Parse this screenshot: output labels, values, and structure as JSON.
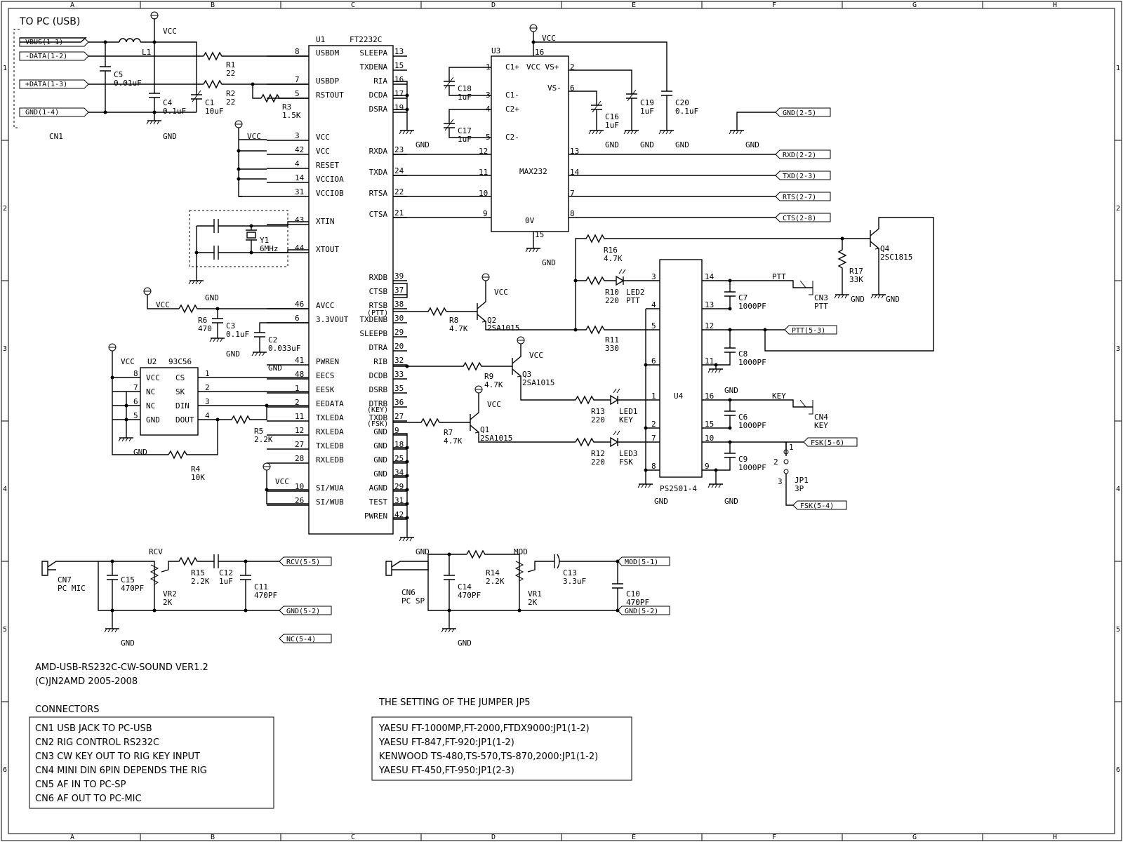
{
  "border": {
    "cols": [
      "A",
      "B",
      "C",
      "D",
      "E",
      "F",
      "G",
      "H"
    ],
    "rows": [
      "1",
      "2",
      "3",
      "4",
      "5",
      "6"
    ]
  },
  "usb": {
    "title": "TO PC (USB)",
    "conn": "CN1",
    "pins": [
      "VBUS(1-1)",
      "-DATA(1-2)",
      "+DATA(1-3)",
      "GND(1-4)"
    ],
    "l1": "L1",
    "c5": [
      "C5",
      "0.01uF"
    ],
    "c4": [
      "C4",
      "0.1uF"
    ],
    "c1": [
      "C1",
      "10uF"
    ],
    "r1": [
      "R1",
      "22"
    ],
    "r2": [
      "R2",
      "22"
    ],
    "r3": [
      "R3",
      "1.5K"
    ]
  },
  "labels": {
    "vcc": "VCC",
    "gnd": "GND"
  },
  "u1": {
    "ref": "U1",
    "part": "FT2232C",
    "left": [
      {
        "n": "8",
        "s": "USBDM"
      },
      {
        "n": "7",
        "s": "USBDP"
      },
      {
        "n": "5",
        "s": "RSTOUT"
      },
      {
        "n": "3",
        "s": "VCC"
      },
      {
        "n": "42",
        "s": "VCC"
      },
      {
        "n": "4",
        "s": "RESET"
      },
      {
        "n": "14",
        "s": "VCCIOA"
      },
      {
        "n": "31",
        "s": "VCCIOB"
      },
      {
        "n": "43",
        "s": "XTIN"
      },
      {
        "n": "44",
        "s": "XTOUT"
      },
      {
        "n": "46",
        "s": "AVCC"
      },
      {
        "n": "6",
        "s": "3.3VOUT"
      },
      {
        "n": "41",
        "s": "PWREN"
      },
      {
        "n": "48",
        "s": "EECS"
      },
      {
        "n": "1",
        "s": "EESK"
      },
      {
        "n": "2",
        "s": "EEDATA"
      },
      {
        "n": "11",
        "s": "TXLEDA"
      },
      {
        "n": "12",
        "s": "RXLEDA"
      },
      {
        "n": "27",
        "s": "TXLEDB"
      },
      {
        "n": "28",
        "s": "RXLEDB"
      },
      {
        "n": "10",
        "s": "SI/WUA"
      },
      {
        "n": "26",
        "s": "SI/WUB"
      }
    ],
    "right": [
      {
        "n": "13",
        "s": "SLEEPA"
      },
      {
        "n": "15",
        "s": "TXDENA"
      },
      {
        "n": "16",
        "s": "RIA"
      },
      {
        "n": "17",
        "s": "DCDA"
      },
      {
        "n": "19",
        "s": "DSRA"
      },
      {
        "n": "23",
        "s": "RXDA"
      },
      {
        "n": "24",
        "s": "TXDA"
      },
      {
        "n": "22",
        "s": "RTSA"
      },
      {
        "n": "21",
        "s": "CTSA"
      },
      {
        "n": "39",
        "s": "RXDB"
      },
      {
        "n": "37",
        "s": "CTSB"
      },
      {
        "n": "38",
        "s": "RTSB"
      },
      {
        "n": "30",
        "s": "TXDENB"
      },
      {
        "n": "29",
        "s": "SLEEPB"
      },
      {
        "n": "20",
        "s": "DTRA"
      },
      {
        "n": "32",
        "s": "RIB"
      },
      {
        "n": "33",
        "s": "DCDB"
      },
      {
        "n": "35",
        "s": "DSRB"
      },
      {
        "n": "36",
        "s": "DTRB"
      },
      {
        "n": "27",
        "s": "TXDB"
      },
      {
        "n": "9",
        "s": "GND"
      },
      {
        "n": "18",
        "s": "GND"
      },
      {
        "n": "25",
        "s": "GND"
      },
      {
        "n": "34",
        "s": "GND"
      },
      {
        "n": "29",
        "s": "AGND"
      },
      {
        "n": "31",
        "s": "TEST"
      },
      {
        "n": "42",
        "s": "PWREN"
      }
    ],
    "sub_ptt": "(PTT)",
    "sub_key": "(KEY)",
    "sub_fsk": "(FSK)"
  },
  "xtal": {
    "ref": "Y1",
    "val": "6MHz"
  },
  "r6": [
    "R6",
    "470"
  ],
  "c3": [
    "C3",
    "0.1uF"
  ],
  "c2": [
    "C2",
    "0.033uF"
  ],
  "u2": {
    "ref": "U2",
    "part": "93C56",
    "left": [
      {
        "n": "8",
        "s": "VCC"
      },
      {
        "n": "7",
        "s": "NC"
      },
      {
        "n": "6",
        "s": "NC"
      },
      {
        "n": "5",
        "s": "GND"
      }
    ],
    "right": [
      {
        "n": "1",
        "s": "CS"
      },
      {
        "n": "2",
        "s": "SK"
      },
      {
        "n": "3",
        "s": "DIN"
      },
      {
        "n": "4",
        "s": "DOUT"
      }
    ]
  },
  "r5": [
    "R5",
    "2.2K"
  ],
  "r4": [
    "R4",
    "10K"
  ],
  "u3": {
    "ref": "U3",
    "part": "MAX232",
    "pins_left": [
      {
        "n": "1",
        "s": "C1+"
      },
      {
        "n": "3",
        "s": "C1-"
      },
      {
        "n": "4",
        "s": "C2+"
      },
      {
        "n": "5",
        "s": "C2-"
      }
    ],
    "top": "16",
    "vccvs": "VCC VS+",
    "vsm": "VS-",
    "zero_v": "0V",
    "p2": "2",
    "p6": "6",
    "p12": "12",
    "p13": "13",
    "p11": "11",
    "p14": "14",
    "p10": "10",
    "p7": "7",
    "p9": "9",
    "p8": "8",
    "p15": "15"
  },
  "caps_u3": {
    "c18": [
      "C18",
      "1uF"
    ],
    "c17": [
      "C17",
      "1uF"
    ],
    "c16": [
      "C16",
      "1uF"
    ],
    "c19": [
      "C19",
      "1uF"
    ],
    "c20": [
      "C20",
      "0.1uF"
    ]
  },
  "rs232": [
    "GND(2-5)",
    "RXD(2-2)",
    "TXD(2-3)",
    "RTS(2-7)",
    "CTS(2-8)"
  ],
  "transistors": {
    "q2": [
      "Q2",
      "2SA1015"
    ],
    "q3": [
      "Q3",
      "2SA1015"
    ],
    "q1": [
      "Q1",
      "2SA1015"
    ],
    "q4": [
      "Q4",
      "2SC1815"
    ]
  },
  "res_b": {
    "r8": [
      "R8",
      "4.7K"
    ],
    "r9": [
      "R9",
      "4.7K"
    ],
    "r7": [
      "R7",
      "4.7K"
    ],
    "r16": [
      "R16",
      "4.7K"
    ],
    "r17": [
      "R17",
      "33K"
    ],
    "r11": [
      "R11",
      "330"
    ],
    "r10": [
      "R10",
      "220"
    ],
    "r13": [
      "R13",
      "220"
    ],
    "r12": [
      "R12",
      "220"
    ]
  },
  "leds": {
    "led2": [
      "LED2",
      "PTT"
    ],
    "led1": [
      "LED1",
      "KEY"
    ],
    "led3": [
      "LED3",
      "FSK"
    ]
  },
  "u4": {
    "ref": "U4",
    "part": "PS2501-4",
    "lpins": [
      "3",
      "4",
      "5",
      "6",
      "1",
      "2",
      "7",
      "8"
    ],
    "rpins": [
      "14",
      "13",
      "12",
      "11",
      "16",
      "15",
      "10",
      "9"
    ]
  },
  "out_caps": {
    "c7": [
      "C7",
      "1000PF"
    ],
    "c8": [
      "C8",
      "1000PF"
    ],
    "c6": [
      "C6",
      "1000PF"
    ],
    "c9": [
      "C9",
      "1000PF"
    ]
  },
  "outs": {
    "ptt": "PTT",
    "cn3": [
      "CN3",
      "PTT"
    ],
    "ptt53": "PTT(5-3)",
    "key": "KEY",
    "cn4": [
      "CN4",
      "KEY"
    ],
    "fsk56": "FSK(5-6)",
    "fsk54": "FSK(5-4)",
    "jp1": [
      "JP1",
      "3P"
    ],
    "jp_1": "1",
    "jp_2": "2",
    "jp_3": "3"
  },
  "audio": {
    "rcv": "RCV",
    "mod": "MOD",
    "cn7": [
      "CN7",
      "PC MIC"
    ],
    "cn6": [
      "CN6",
      "PC SP"
    ],
    "c15": [
      "C15",
      "470PF"
    ],
    "vr2": [
      "VR2",
      "2K"
    ],
    "r15": [
      "R15",
      "2.2K"
    ],
    "c12": [
      "C12",
      "1uF"
    ],
    "c11": [
      "C11",
      "470PF"
    ],
    "c14": [
      "C14",
      "470PF"
    ],
    "vr1": [
      "VR1",
      "2K"
    ],
    "r14": [
      "R14",
      "2.2K"
    ],
    "c13": [
      "C13",
      "3.3uF"
    ],
    "c10": [
      "C10",
      "470PF"
    ],
    "rcv55": "RCV(5-5)",
    "gnd52": "GND(5-2)",
    "nc54": "NC(5-4)",
    "mod51": "MOD(5-1)",
    "gnd52b": "GND(5-2)"
  },
  "footer": {
    "title1": "AMD-USB-RS232C-CW-SOUND VER1.2",
    "title2": "(C)JN2AMD 2005-2008",
    "conn_title": "CONNECTORS",
    "conn_lines": [
      "CN1 USB JACK   TO PC-USB",
      "CN2 RIG CONTROL  RS232C",
      "CN3 CW KEY OUT   TO RIG KEY INPUT",
      "CN4 MINI DIN 6PIN     DEPENDS THE RIG",
      "CN5 AF IN          TO PC-SP",
      "CN6 AF OUT         TO PC-MIC"
    ],
    "jp_title": "THE SETTING OF THE JUMPER JP5",
    "jp_lines": [
      "YAESU FT-1000MP,FT-2000,FTDX9000:JP1(1-2)",
      "YAESU FT-847,FT-920:JP1(1-2)",
      "KENWOOD TS-480,TS-570,TS-870,2000:JP1(1-2)",
      "YAESU FT-450,FT-950:JP1(2-3)"
    ]
  }
}
